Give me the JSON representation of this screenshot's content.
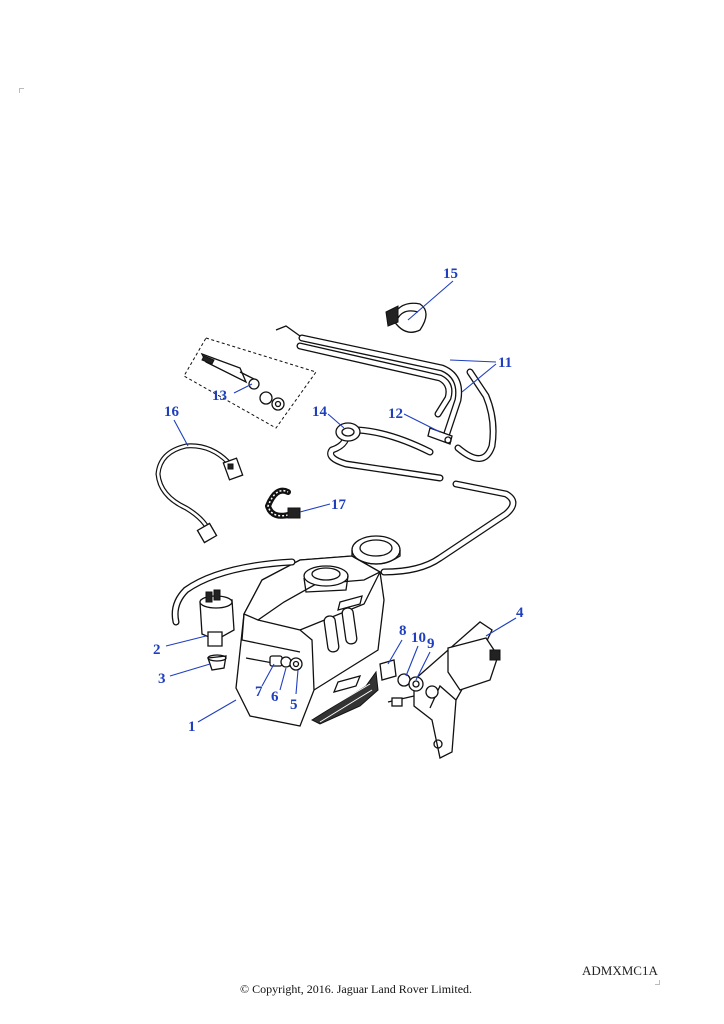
{
  "diagram": {
    "reference_code": "ADMXMC1A",
    "copyright": "© Copyright, 2016. Jaguar Land Rover Limited.",
    "callouts": [
      {
        "id": "c1",
        "label": "1"
      },
      {
        "id": "c2",
        "label": "2"
      },
      {
        "id": "c3",
        "label": "3"
      },
      {
        "id": "c4",
        "label": "4"
      },
      {
        "id": "c5",
        "label": "5"
      },
      {
        "id": "c6",
        "label": "6"
      },
      {
        "id": "c7",
        "label": "7"
      },
      {
        "id": "c8",
        "label": "8"
      },
      {
        "id": "c9",
        "label": "9"
      },
      {
        "id": "c10",
        "label": "10"
      },
      {
        "id": "c11",
        "label": "11"
      },
      {
        "id": "c12",
        "label": "12"
      },
      {
        "id": "c13",
        "label": "13"
      },
      {
        "id": "c14",
        "label": "14"
      },
      {
        "id": "c15",
        "label": "15"
      },
      {
        "id": "c16",
        "label": "16"
      },
      {
        "id": "c17",
        "label": "17"
      }
    ]
  }
}
